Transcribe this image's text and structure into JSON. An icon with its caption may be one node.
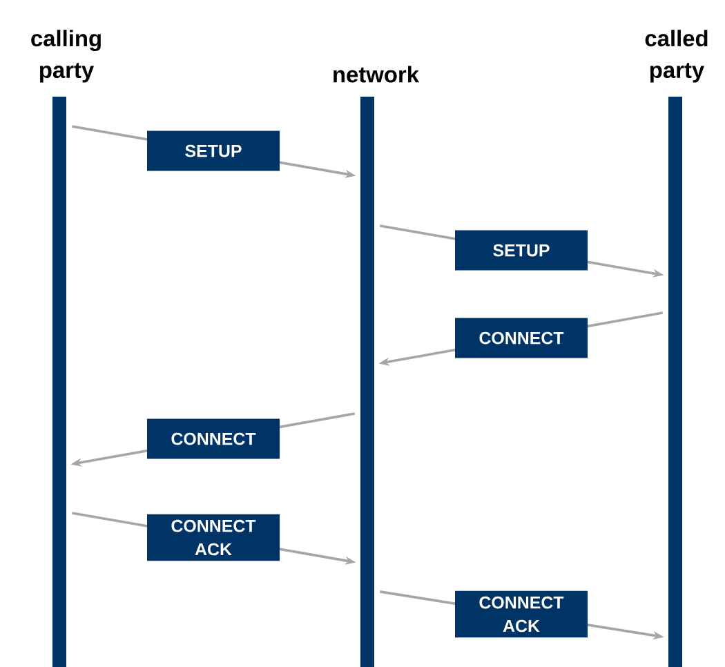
{
  "diagram": {
    "nodes": [
      {
        "text": [
          "calling party"
        ]
      },
      {
        "text": [
          "network"
        ]
      },
      {
        "text": [
          "called party"
        ]
      }
    ],
    "edges": [
      {
        "from": 0,
        "to": 1,
        "arrow": "to",
        "label": "SETUP"
      },
      {
        "from": 1,
        "to": 2,
        "arrow": "to",
        "label": "SETUP"
      },
      {
        "from": 2,
        "to": 1,
        "arrow": "to",
        "label": "CONNECT"
      },
      {
        "from": 1,
        "to": 0,
        "arrow": "to",
        "label": "CONNECT"
      },
      {
        "from": 0,
        "to": 1,
        "arrow": "to",
        "label": "CONNECT ACK"
      },
      {
        "from": 1,
        "to": 2,
        "arrow": "to",
        "label": "CONNECT ACK"
      }
    ]
  }
}
